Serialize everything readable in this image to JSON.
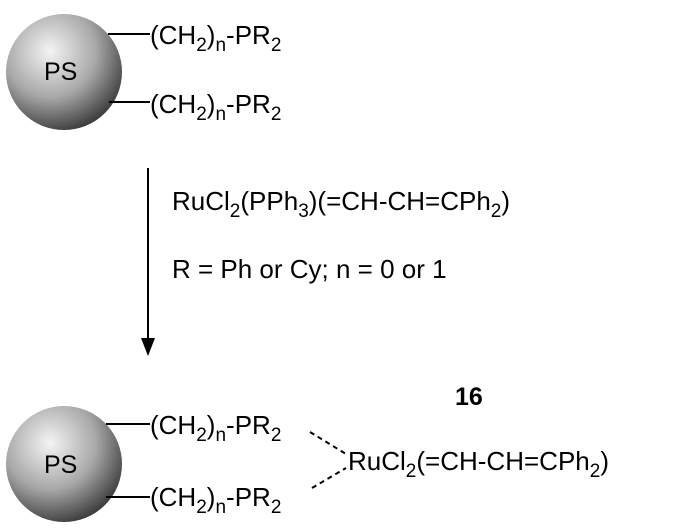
{
  "top": {
    "bead_label": "PS",
    "arm_upper": {
      "pre": "(CH",
      "sub1": "2",
      "mid": ")",
      "sub2": "n",
      "post": "-PR",
      "sub3": "2"
    },
    "arm_lower": {
      "pre": "(CH",
      "sub1": "2",
      "mid": ")",
      "sub2": "n",
      "post": "-PR",
      "sub3": "2"
    }
  },
  "reaction": {
    "reagent": {
      "a": "RuCl",
      "a_sub": "2",
      "b": "(PPh",
      "b_sub": "3",
      "c": ")(=CH-CH=CPh",
      "c_sub": "2",
      "d": ")"
    },
    "conditions": "R = Ph or Cy; n = 0 or 1"
  },
  "product": {
    "compound_number": "16",
    "bead_label": "PS",
    "arm_upper": {
      "pre": "(CH",
      "sub1": "2",
      "mid": ")",
      "sub2": "n",
      "post": "-PR",
      "sub3": "2"
    },
    "arm_lower": {
      "pre": "(CH",
      "sub1": "2",
      "mid": ")",
      "sub2": "n",
      "post": "-PR",
      "sub3": "2"
    },
    "metal": {
      "a": "RuCl",
      "a_sub": "2",
      "b": "(=CH-CH=CPh",
      "b_sub": "2",
      "c": ")"
    }
  },
  "colors": {
    "sphere_light": "#f4f4f4",
    "sphere_mid": "#a8a8a8",
    "sphere_dark": "#3a3a3a",
    "ink": "#000000"
  }
}
